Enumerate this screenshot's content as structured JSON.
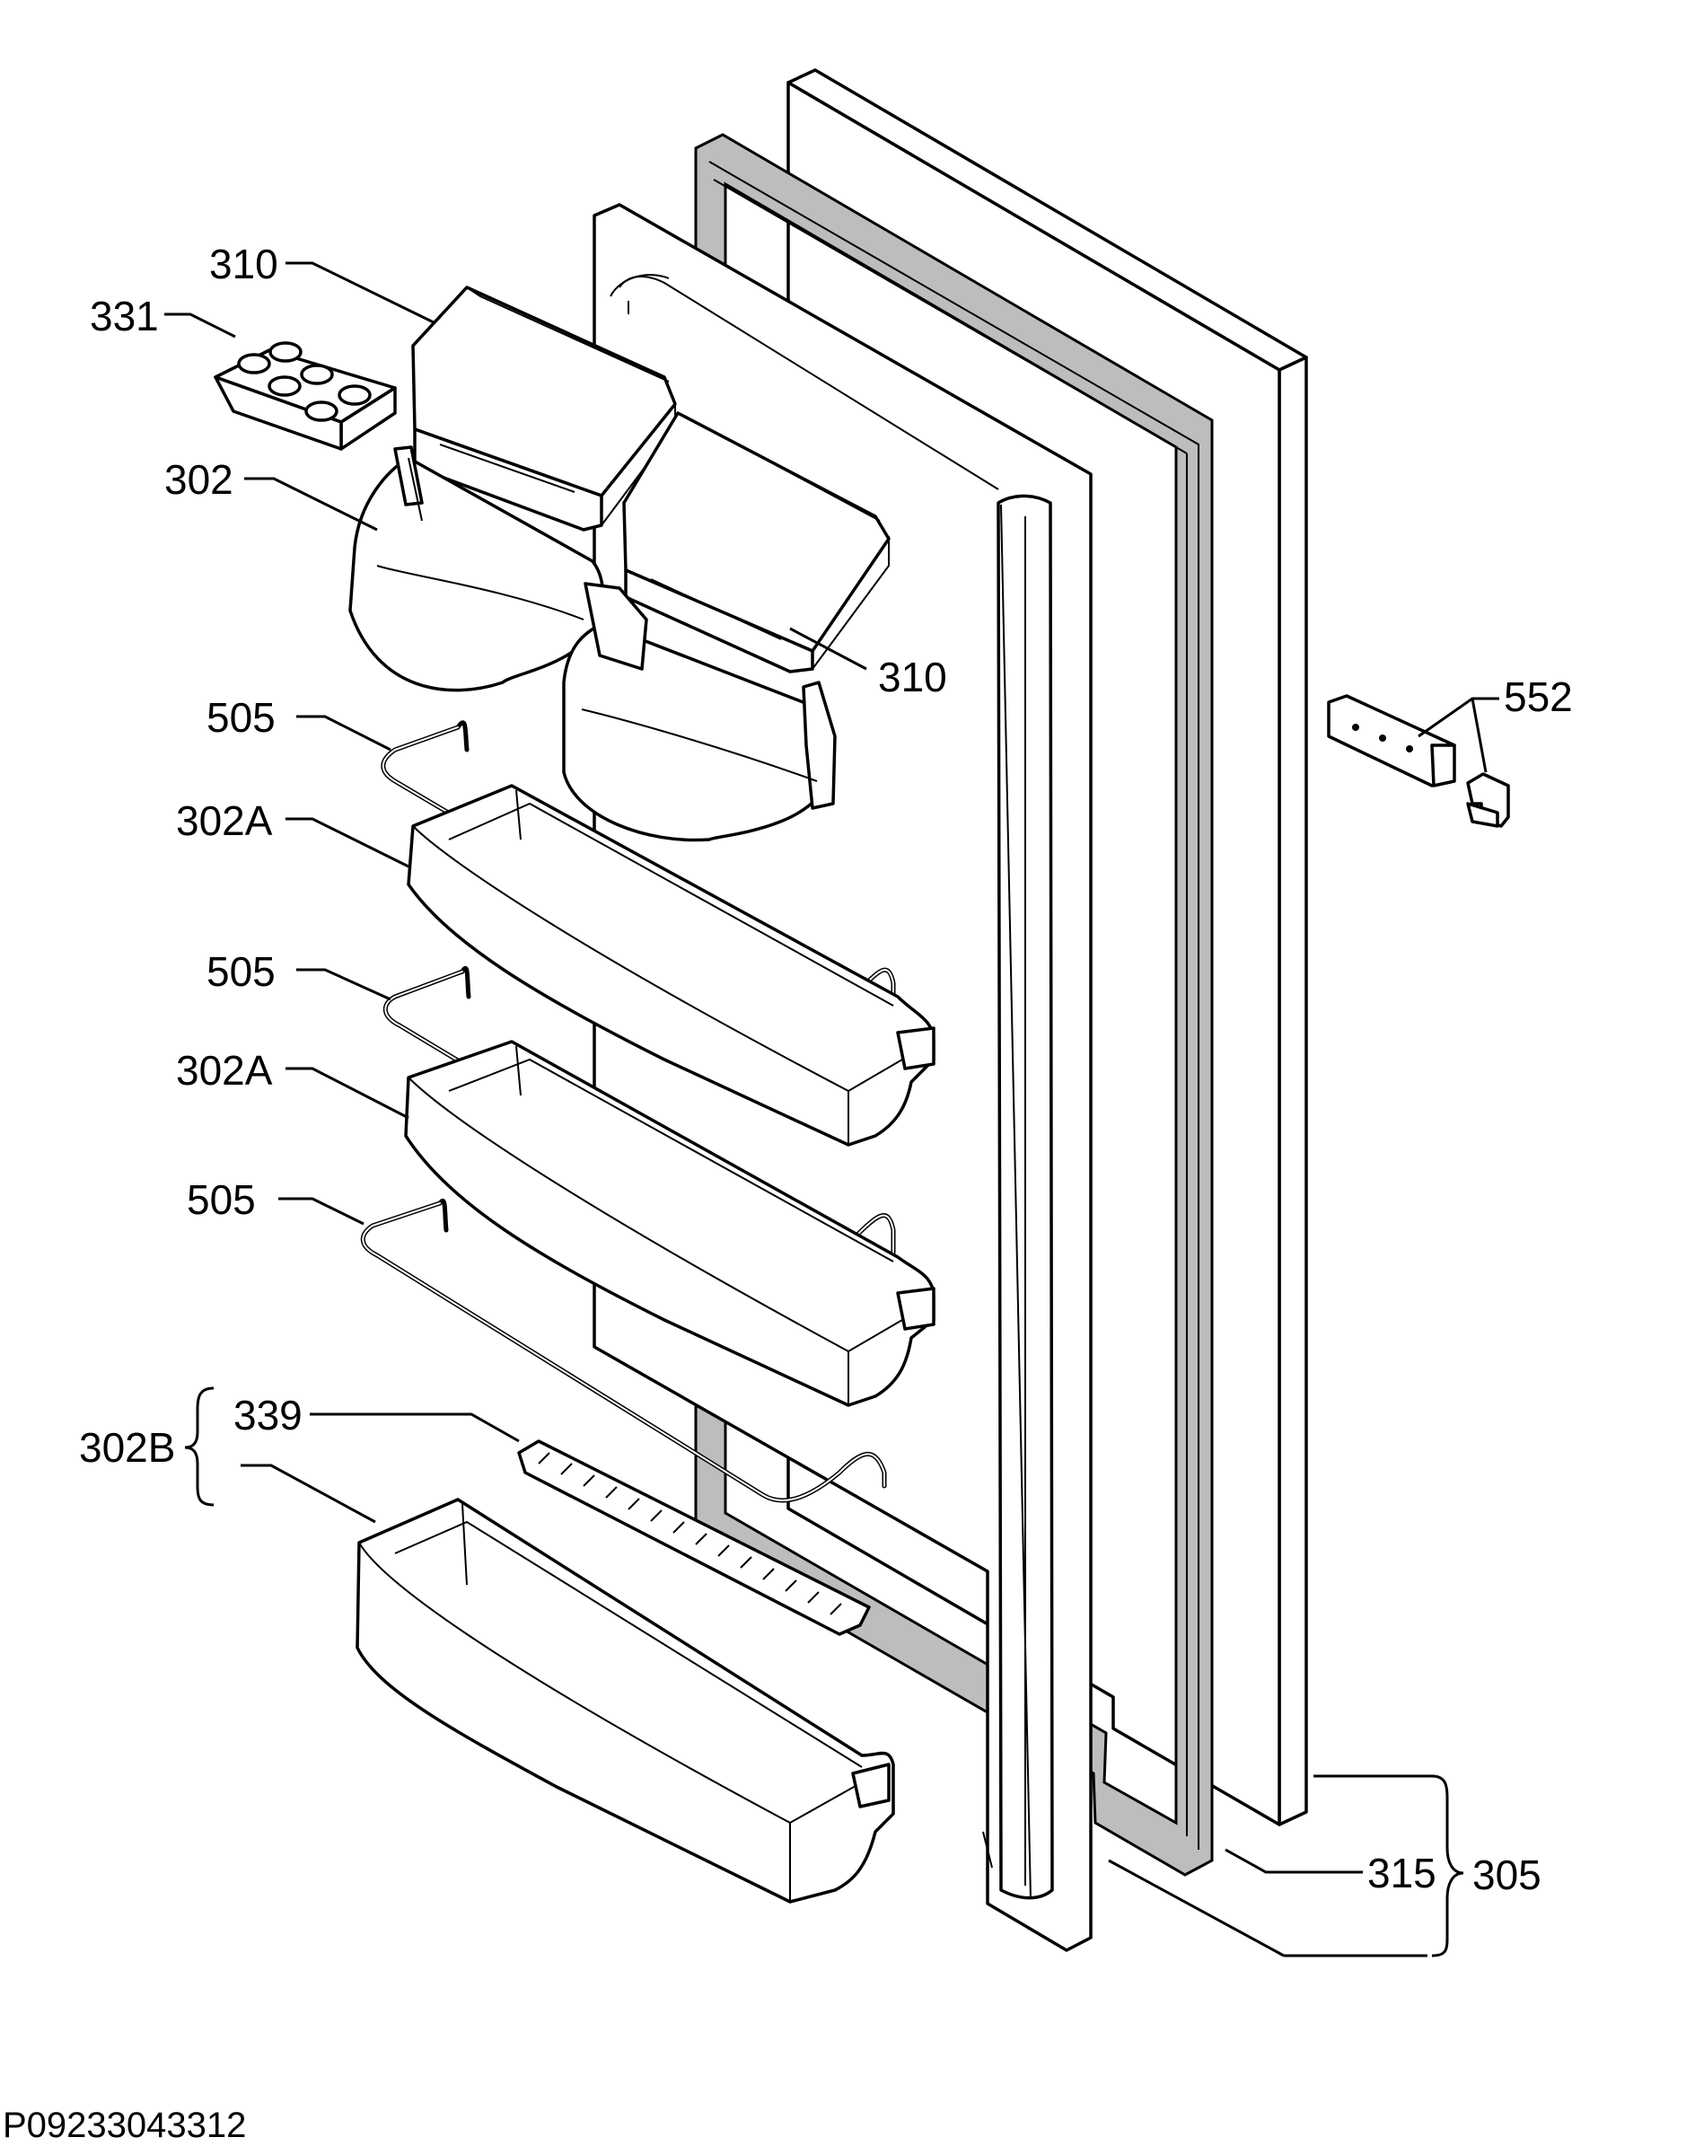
{
  "diagram": {
    "drawing_code": "P09233043312",
    "labels": {
      "lbl_310_top": "310",
      "lbl_331": "331",
      "lbl_302": "302",
      "lbl_310_right": "310",
      "lbl_505_1": "505",
      "lbl_302a_1": "302A",
      "lbl_505_2": "505",
      "lbl_302a_2": "302A",
      "lbl_505_3": "505",
      "lbl_302b": "302B",
      "lbl_339": "339",
      "lbl_552": "552",
      "lbl_315": "315",
      "lbl_305": "305"
    }
  }
}
